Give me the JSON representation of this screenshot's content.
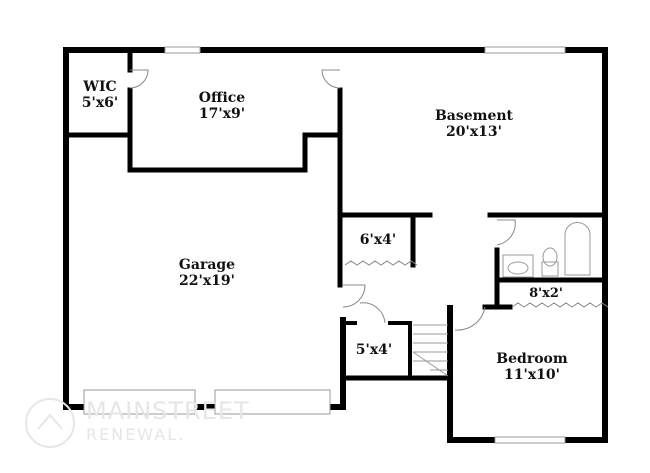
{
  "rooms": [
    {
      "name": "WIC",
      "size": "5'x6'"
    },
    {
      "name": "Office",
      "size": "17'x9'"
    },
    {
      "name": "Basement",
      "size": "20'x13'"
    },
    {
      "name": "",
      "size": "6'x4'"
    },
    {
      "name": "Garage",
      "size": "22'x19'"
    },
    {
      "name": "",
      "size": "8'x2'"
    },
    {
      "name": "",
      "size": "5'x4'"
    },
    {
      "name": "Bedroom",
      "size": "11'x10'"
    }
  ],
  "watermark": {
    "line1": "MAINSTREET",
    "line2": "RENEWAL."
  },
  "colors": {
    "wall": "#000000",
    "fixture": "#999999",
    "watermark": "#e6e6e6"
  }
}
